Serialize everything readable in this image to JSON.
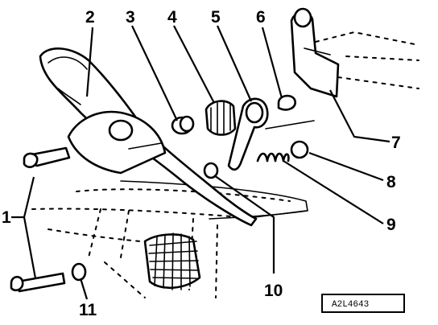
{
  "callouts": [
    "1",
    "2",
    "3",
    "4",
    "5",
    "6",
    "7",
    "8",
    "9",
    "10",
    "11"
  ],
  "reference_code": "A2L4643"
}
